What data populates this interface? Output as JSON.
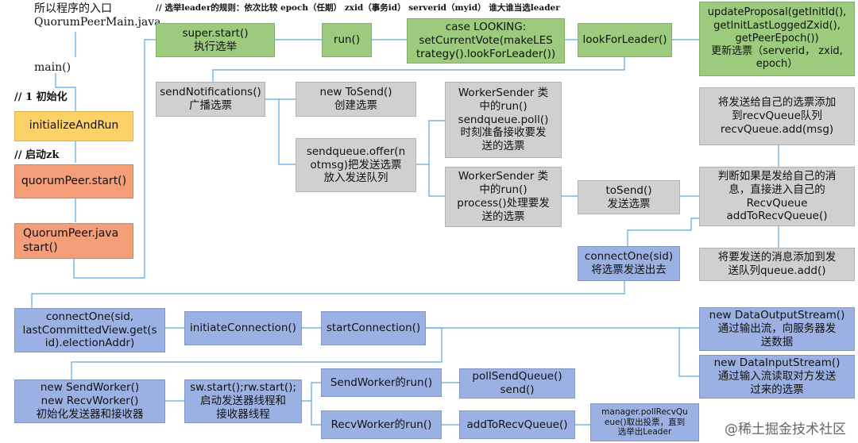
{
  "colors": {
    "green": "#9ccb7e",
    "gray": "#d0d0d0",
    "blue": "#9cb1e3",
    "yellow": "#fcd167",
    "salmon": "#f39e78",
    "wire": "#5aa6dc"
  },
  "entry": {
    "title_line1": "所以程序的入口",
    "title_line2": "QuorumPeerMain.java",
    "main": "main()",
    "init_comment": "// 1 初始化",
    "init_box": "initializeAndRun",
    "start_comment": "// 启动zk",
    "start_box": "quorumPeer.start()",
    "peer_box": "QuorumPeer.java\nstart()"
  },
  "rule_text": "// 选举leader的规则：依次比较 epoch（任期）  zxid（事务id）  serverid（myid）  谁大谁当选leader",
  "row1": {
    "super_start": "super.start()\n执行选举",
    "run": "run()",
    "case_looking": "case LOOKING:\nsetCurrentVote(makeLES\ntrategy().lookForLeader())",
    "look_for_leader": "lookForLeader()",
    "update_proposal": "updateProposal(getInitId(),\ngetInitLastLoggedZxid(),\ngetPeerEpoch())\n更新选票（serverid， zxid,\nepoch）"
  },
  "row2": {
    "send_notifications": "sendNotifications()\n广播选票",
    "new_tosend": "new ToSend()\n创建选票",
    "sendqueue_offer": "sendqueue.offer(n\notmsg)把发送选票\n放入发送队列",
    "worker_run_poll": "WorkerSender 类\n中的run()\nsendqueue.poll()\n时刻准备接收要发\n送的选票",
    "worker_process": "WorkerSender 类\n中的run()\nprocess()处理要发\n送的选票",
    "to_send": "toSend()\n发送选票",
    "add_self_vote": "将发送给自己的选票添加\n到recvQueue队列\nrecvQueue.add(msg)",
    "judge_self": "判断如果是发给自己的消\n息，直接进入自己的\nRecvQueue\naddToRecvQueue()",
    "add_send_queue": "将要发送的消息添加到发\n送队列queue.add()",
    "connect_one_sid": "connectOne(sid)\n将选票发送出去"
  },
  "row3": {
    "connect_one_full": "connectOne(sid,\nlastCommittedView.get(s\nid).electionAddr)",
    "initiate_connection": "initiateConnection()",
    "start_connection": "startConnection()",
    "data_output": "new DataOutputStream()\n通过输出流，向服务器发\n送数据",
    "data_input": "new DataInputStream()\n通过输入流读取对方发送\n过来的选票"
  },
  "row4": {
    "new_workers": "new SendWorker()\nnew RecvWorker()\n初始化发送器和接收器",
    "sw_rw_start": "sw.start();rw.start();\n启动发送器线程和\n接收器线程",
    "send_worker_run": "SendWorker的run()",
    "poll_send_queue": "pollSendQueue()\nsend()",
    "recv_worker_run": "RecvWorker的run()",
    "add_to_recv_queue": "addToRecvQueue()",
    "pick_leader": "manager.pollRecvQu\neue()取出投票，直到\n选举出Leader"
  },
  "watermark": "@稀土掘金技术社区"
}
